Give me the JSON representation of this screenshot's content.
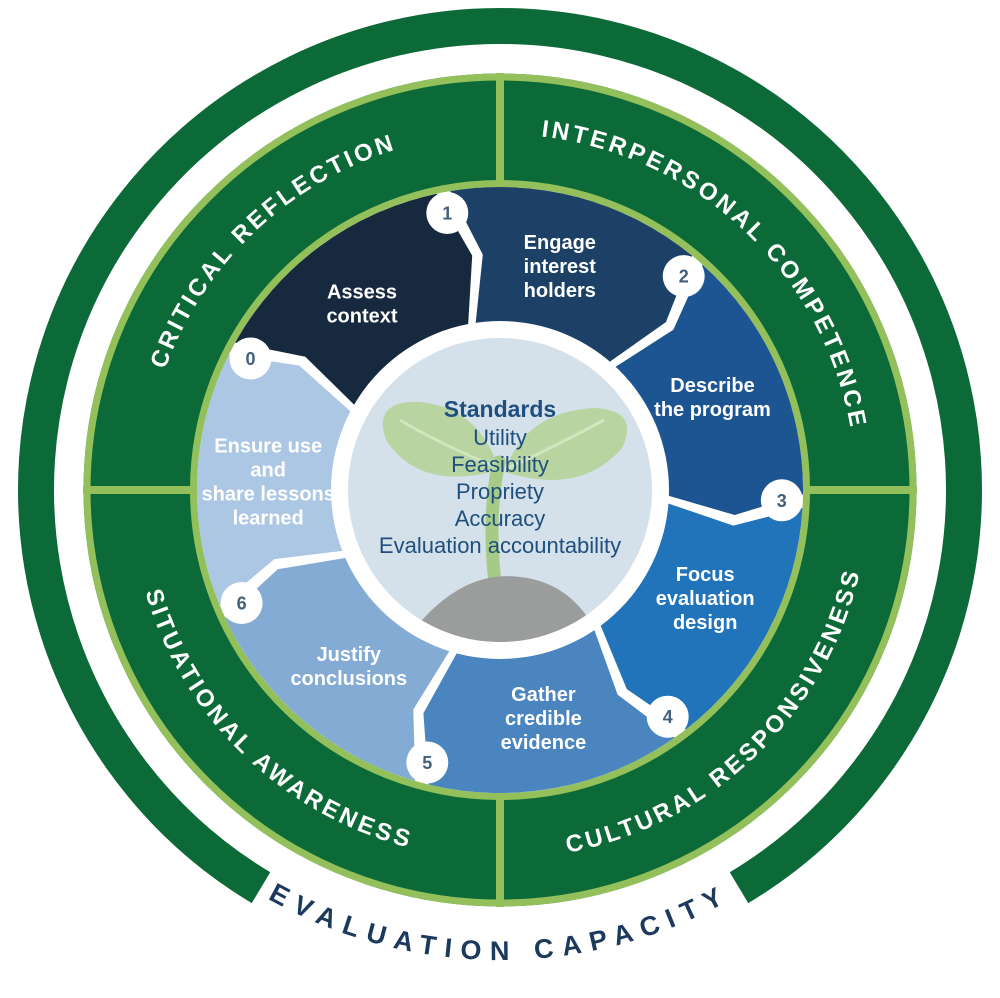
{
  "diagram": {
    "outer_ring": {
      "label": "EVALUATION CAPACITY",
      "ring_color": "#0B6A38",
      "label_color": "#1B3A5C"
    },
    "competency_ring": {
      "fill": "#0B6A38",
      "border_color": "#93C05A",
      "label_color": "#FFFFFF",
      "labels": [
        {
          "text": "CRITICAL REFLECTION",
          "position": "top-left"
        },
        {
          "text": "INTERPERSONAL COMPETENCE",
          "position": "top-right"
        },
        {
          "text": "CULTURAL RESPONSIVENESS",
          "position": "bottom-right"
        },
        {
          "text": "SITUATIONAL AWARENESS",
          "position": "bottom-left"
        }
      ]
    },
    "steps": [
      {
        "number": "0",
        "label": "Assess context",
        "lines": [
          "Assess",
          "context"
        ],
        "color": "#16293E"
      },
      {
        "number": "1",
        "label": "Engage interest holders",
        "lines": [
          "Engage",
          "interest",
          "holders"
        ],
        "color": "#1D4166"
      },
      {
        "number": "2",
        "label": "Describe the program",
        "lines": [
          "Describe",
          "the program"
        ],
        "color": "#1C5592"
      },
      {
        "number": "3",
        "label": "Focus evaluation design",
        "lines": [
          "Focus",
          "evaluation",
          "design"
        ],
        "color": "#2173BA"
      },
      {
        "number": "4",
        "label": "Gather credible evidence",
        "lines": [
          "Gather",
          "credible",
          "evidence"
        ],
        "color": "#4B85C0"
      },
      {
        "number": "5",
        "label": "Justify conclusions",
        "lines": [
          "Justify",
          "conclusions"
        ],
        "color": "#84ABD3"
      },
      {
        "number": "6",
        "label": "Ensure use and share lessons learned",
        "lines": [
          "Ensure use",
          "and",
          "share lessons",
          "learned"
        ],
        "color": "#ABC7E3"
      }
    ],
    "step_text_color": "#FFFFFF",
    "badge": {
      "fill": "#FFFFFF",
      "text_color": "#41607C"
    },
    "center": {
      "heading": "Standards",
      "standards": [
        "Utility",
        "Feasibility",
        "Propriety",
        "Accuracy",
        "Evaluation accountability"
      ],
      "fill": "#D4E0EA",
      "ring_color": "#FFFFFF",
      "text_color": "#1E4F7E",
      "seedling": {
        "leaf_color": "#B8D5A1",
        "vein_color": "#D2E5BF",
        "stem_color": "#A6CB87",
        "soil_color": "#9B9D9C"
      }
    }
  }
}
